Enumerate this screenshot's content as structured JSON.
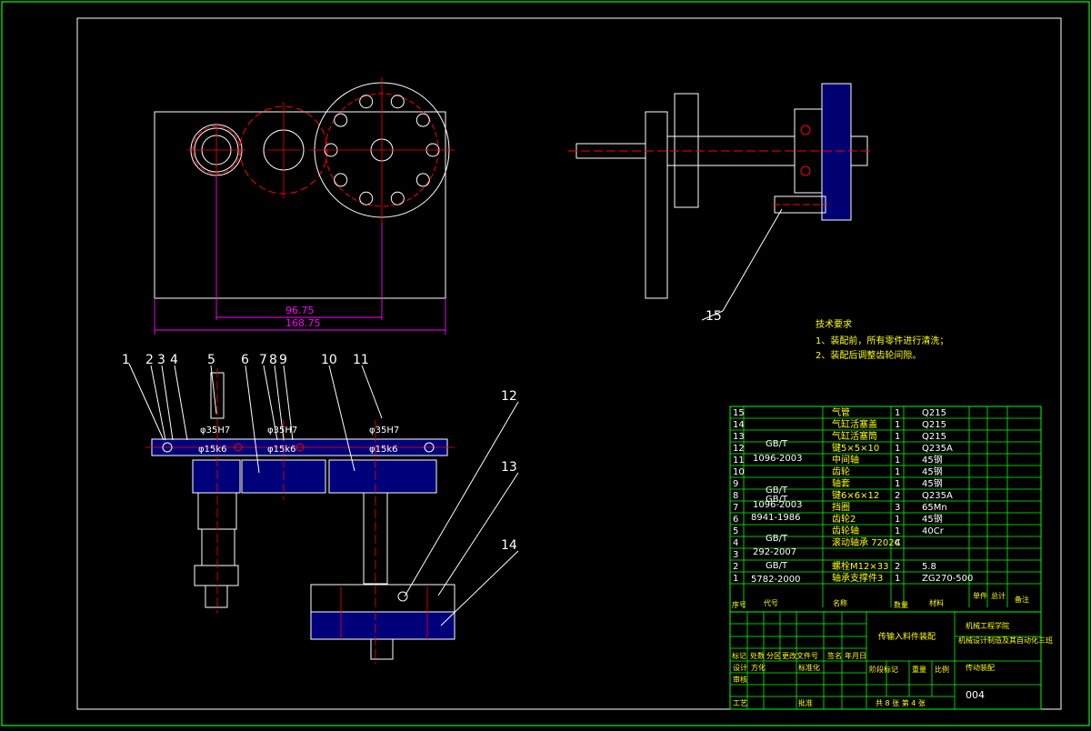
{
  "drawing": {
    "dimensions": {
      "d1": "96.75",
      "d2": "168.75"
    },
    "top_callouts": [
      "1",
      "2",
      "3",
      "4",
      "5",
      "6",
      "7",
      "8",
      "9",
      "10",
      "11"
    ],
    "side_callouts": {
      "c12": "12",
      "c13": "13",
      "c14": "14",
      "c15": "15"
    },
    "fit_labels": {
      "f35a": "φ35H7",
      "f35b": "φ35H7",
      "f35c": "φ35H7",
      "f15a": "φ15k6",
      "f15b": "φ15k6",
      "f15c": "φ15k6"
    },
    "tech_req": {
      "title": "技术要求",
      "line1": "1、装配前，所有零件进行清洗；",
      "line2": "2、装配后调整齿轮间隙。"
    }
  },
  "bom": {
    "rows": [
      {
        "no": "15",
        "std": "",
        "name": "气管",
        "qty": "1",
        "mat": "Q215"
      },
      {
        "no": "14",
        "std": "",
        "name": "气缸活塞盖",
        "qty": "1",
        "mat": "Q215"
      },
      {
        "no": "13",
        "std": "",
        "name": "气缸活塞筒",
        "qty": "1",
        "mat": "Q215"
      },
      {
        "no": "12",
        "std": "",
        "name": "键5×5×10",
        "qty": "1",
        "mat": "Q235A"
      },
      {
        "no": "11",
        "std": "",
        "name": "中间轴",
        "qty": "1",
        "mat": "45钢"
      },
      {
        "no": "10",
        "std": "",
        "name": "齿轮",
        "qty": "1",
        "mat": "45钢"
      },
      {
        "no": "9",
        "std": "",
        "name": "轴套",
        "qty": "1",
        "mat": "45钢"
      },
      {
        "no": "8",
        "std": "",
        "name": "键6×6×12",
        "qty": "2",
        "mat": "Q235A"
      },
      {
        "no": "7",
        "std": "",
        "name": "挡圈",
        "qty": "3",
        "mat": "65Mn"
      },
      {
        "no": "6",
        "std": "",
        "name": "齿轮2",
        "qty": "1",
        "mat": "45钢"
      },
      {
        "no": "5",
        "std": "",
        "name": "齿轮轴",
        "qty": "1",
        "mat": "40Cr"
      },
      {
        "no": "4",
        "std": "",
        "name": "滚动轴承 7202C",
        "qty": "4",
        "mat": ""
      },
      {
        "no": "3",
        "std": "",
        "name": "",
        "qty": "",
        "mat": ""
      },
      {
        "no": "2",
        "std": "",
        "name": "螺栓M12×33",
        "qty": "2",
        "mat": "5.8"
      },
      {
        "no": "1",
        "std": "",
        "name": "轴承支撑件3",
        "qty": "1",
        "mat": "ZG270-500"
      }
    ],
    "std_labels": {
      "s1a": "GB/T",
      "s1b": "1096-2003",
      "s2a": "GB/T",
      "s2b": "1096-2003",
      "s3a": "GB/T",
      "s3b": "8941-1986",
      "s4a": "GB/T",
      "s4b": "292-2007",
      "s5a": "GB/T",
      "s5b": "5782-2000"
    },
    "header": {
      "no": "序号",
      "code": "代号",
      "name": "名称",
      "qty": "数量",
      "mat": "材料",
      "unit": "单件",
      "total": "总计",
      "note": "备注"
    }
  },
  "title_block": {
    "drawing_name": "传输入料件装配",
    "school": "机械工程学院",
    "project": "机械设计制造及其自动化三班",
    "designer_label": "设计",
    "designer": "方化",
    "checker_label": "审核",
    "process_label": "工艺",
    "std_label": "标准化",
    "approve_label": "批准",
    "stage_label": "阶段标记",
    "weight_label": "重量",
    "scale_label": "比例",
    "sheet": "共 8 张 第 4 张",
    "part_name": "传动装配",
    "code": "004",
    "rev_headers": [
      "标记",
      "处数",
      "分区",
      "更改文件号",
      "签名",
      "年月日"
    ]
  },
  "colors": {
    "frame": "#00ff00",
    "geometry": "#ffffff",
    "centerline": "#ff0000",
    "dimension": "#ff00ff",
    "hatch": "#0000ff",
    "note": "#ffff00"
  }
}
